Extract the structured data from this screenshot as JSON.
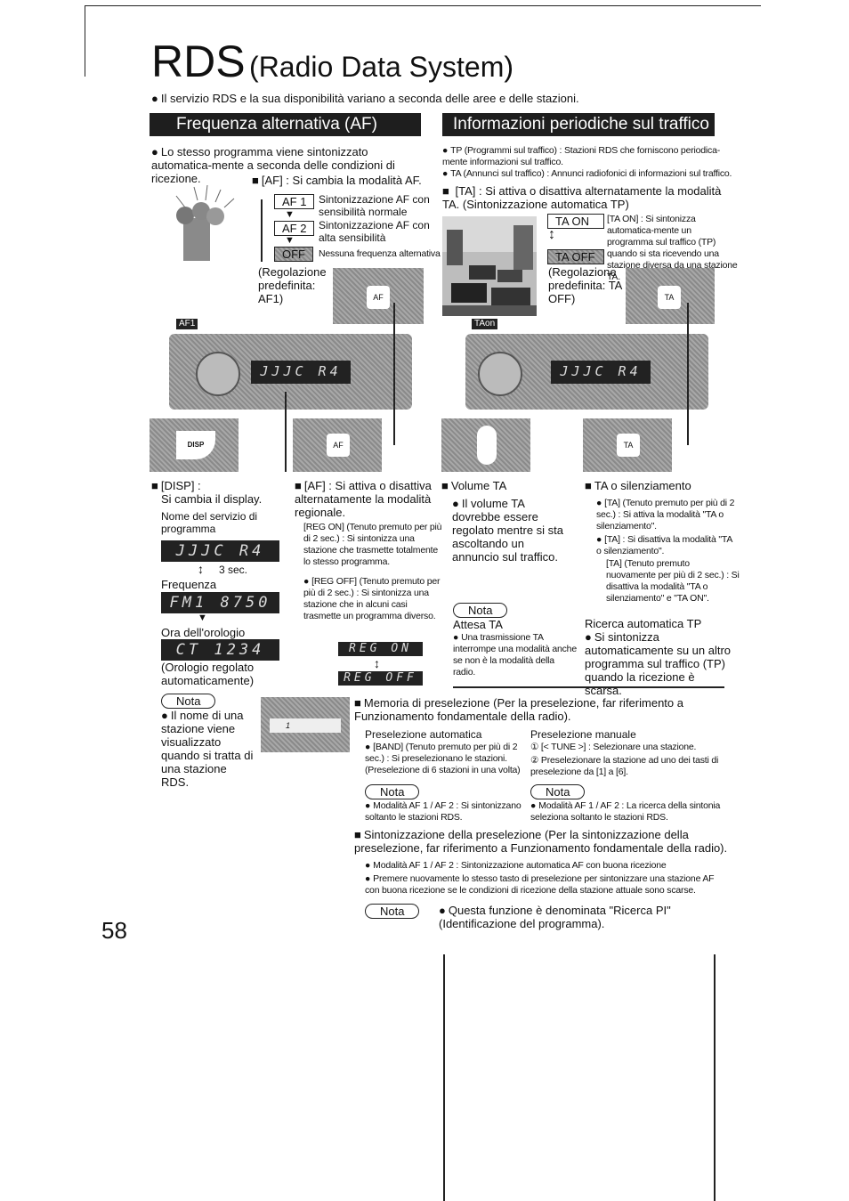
{
  "title_main": "RDS",
  "title_sub": "(Radio Data System)",
  "intro": "Il servizio RDS e la sua disponibilità variano a seconda delle aree e delle stazioni.",
  "af": {
    "header": "Frequenza alternativa (AF)",
    "intro": "Lo stesso programma viene sintonizzato automatica-mente a seconda delle condizioni di ricezione.",
    "af_label": "[AF] : Si cambia la modalità AF.",
    "af1": "AF 1",
    "af1_desc": "Sintonizzazione AF con sensibilità normale",
    "af2": "AF 2",
    "af2_desc": "Sintonizzazione AF con alta sensibilità",
    "off": "OFF",
    "off_desc": "Nessuna frequenza alternativa",
    "default": "(Regolazione predefinita: AF1)",
    "button_af": "AF",
    "indicator": "AF1"
  },
  "ta": {
    "header": "Informazioni periodiche sul traffico",
    "tp_desc": "TP (Programmi sul traffico) : Stazioni RDS che forniscono periodica-mente informazioni sul traffico.",
    "ta_desc": "TA (Annunci sul traffico) : Annunci radiofonici di informazioni sul traffico.",
    "ta_label": "[TA] : Si attiva o disattiva alternatamente la modalità TA.",
    "ta_label_extra": "(Sintonizzazione automatica TP)",
    "ta_on": "TA ON",
    "ta_on_desc": "[TA ON] : Si sintonizza automatica-mente un programma sul traffico (TP) quando si sta ricevendo una stazione diversa da una stazione TA.",
    "ta_off": "TA OFF",
    "default": "(Regolazione predefinita: TA OFF)",
    "button_ta": "TA",
    "indicator": "TAon"
  },
  "radio": {
    "display_left": "JJJC  R4",
    "display_right": "JJJC  R4"
  },
  "disp": {
    "button": "DISP",
    "title": "[DISP] :",
    "title2": "Si cambia il display.",
    "name_label": "Nome del servizio di programma",
    "lcd1": "JJJC  R4",
    "sec": "3 sec.",
    "freq_label": "Frequenza",
    "lcd2": "FM1  8750",
    "clock_label": "Ora dell'orologio",
    "lcd3": "CT  1234",
    "clock_note": "(Orologio regolato automaticamente)",
    "nota": "Nota",
    "nota_text": "Il nome di una stazione viene visualizzato quando si tratta di una stazione RDS."
  },
  "reg": {
    "title": "[AF] : Si attiva o disattiva alternatamente la modalità regionale.",
    "reg_on_desc": "[REG ON] (Tenuto premuto per più di 2 sec.) : Si sintonizza una stazione che trasmette totalmente lo stesso programma.",
    "reg_off_desc": "[REG OFF] (Tenuto premuto per più di 2 sec.) : Si sintonizza una stazione che in alcuni casi trasmette un programma diverso.",
    "lcd_on": "REG  ON",
    "lcd_off": "REG  OFF"
  },
  "volume": {
    "title": "Volume TA",
    "text": "Il volume TA dovrebbe essere regolato mentre si sta ascoltando un annuncio sul traffico.",
    "nota": "Nota",
    "attesa_title": "Attesa TA",
    "attesa_text": "Una trasmissione TA interrompe una modalità anche se non è la modalità della radio."
  },
  "mute": {
    "title": "TA o silenziamento",
    "b1": "[TA] (Tenuto premuto per più di 2 sec.) : Si attiva la modalità \"TA o silenziamento\".",
    "b2": "[TA] : Si disattiva la modalità \"TA o silenziamento\".",
    "b3": "[TA] (Tenuto premuto nuovamente per più di 2 sec.) : Si disattiva la modalità \"TA o silenziamento\" e \"TA ON\".",
    "ricerca_title": "Ricerca automatica TP",
    "ricerca_text": "Si sintonizza automaticamente su un altro programma sul traffico (TP) quando la ricezione è scarsa."
  },
  "preset": {
    "display": "1",
    "title": "Memoria di preselezione",
    "title_extra": "(Per la preselezione, far riferimento a Funzionamento fondamentale della radio).",
    "auto_title": "Preselezione automatica",
    "auto_text": "[BAND] (Tenuto premuto per più di 2 sec.) : Si preselezionano le stazioni. (Preselezione di 6 stazioni in una volta)",
    "manual_title": "Preselezione manuale",
    "manual_1": "① [< TUNE >] : Selezionare una stazione.",
    "manual_2": "② Preselezionare la stazione ad uno dei tasti di preselezione da [1] a [6].",
    "nota": "Nota",
    "nota_auto": "Modalità AF 1 / AF 2 : Si sintonizzano soltanto le stazioni RDS.",
    "nota_manual": "Modalità AF 1 / AF 2 : La ricerca della sintonia seleziona soltanto le stazioni RDS.",
    "tuning_title": "Sintonizzazione della preselezione",
    "tuning_extra": "(Per la sintonizzazione della preselezione, far riferimento a Funzionamento fondamentale della radio).",
    "tuning_b1": "Modalità AF 1 / AF 2 : Sintonizzazione automatica AF con buona ricezione",
    "tuning_b2": "Premere nuovamente lo stesso tasto di preselezione per sintonizzare una stazione AF con buona ricezione se le condizioni di ricezione della stazione attuale sono scarse.",
    "final_text": "Questa funzione è denominata \"Ricerca PI\" (Identificazione del programma)."
  },
  "page_number": "58"
}
